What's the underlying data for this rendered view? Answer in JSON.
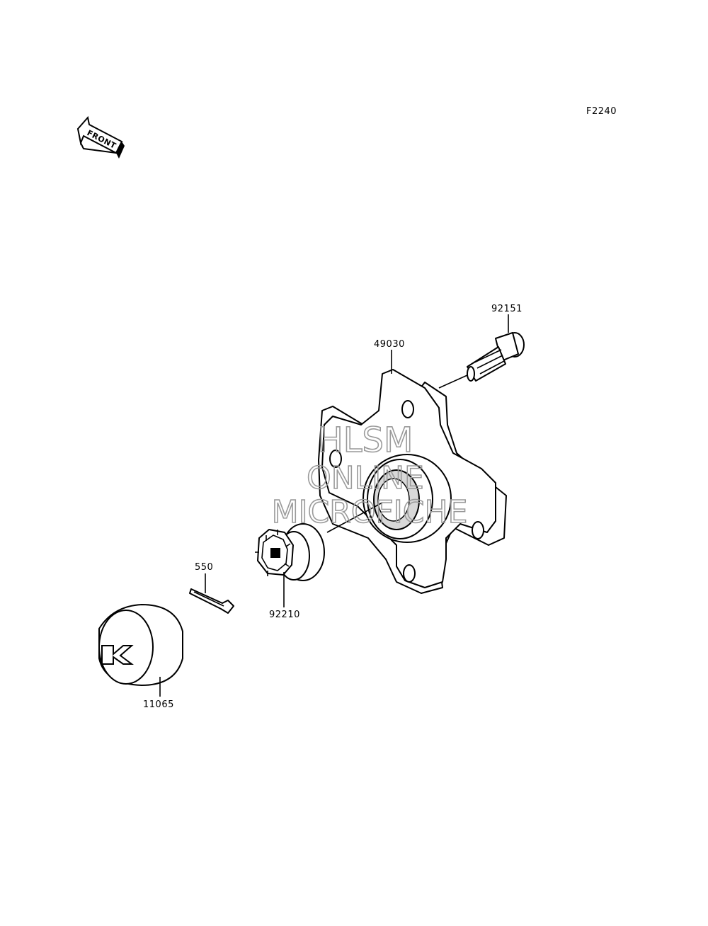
{
  "diagram": {
    "code": "F2240",
    "front_text": "FRONT",
    "watermark": [
      "HLSM",
      "ONLINE",
      "MICROFICHE"
    ],
    "parts": [
      {
        "number": "92151"
      },
      {
        "number": "49030"
      },
      {
        "number": "550"
      },
      {
        "number": "92210"
      },
      {
        "number": "11065"
      }
    ]
  }
}
